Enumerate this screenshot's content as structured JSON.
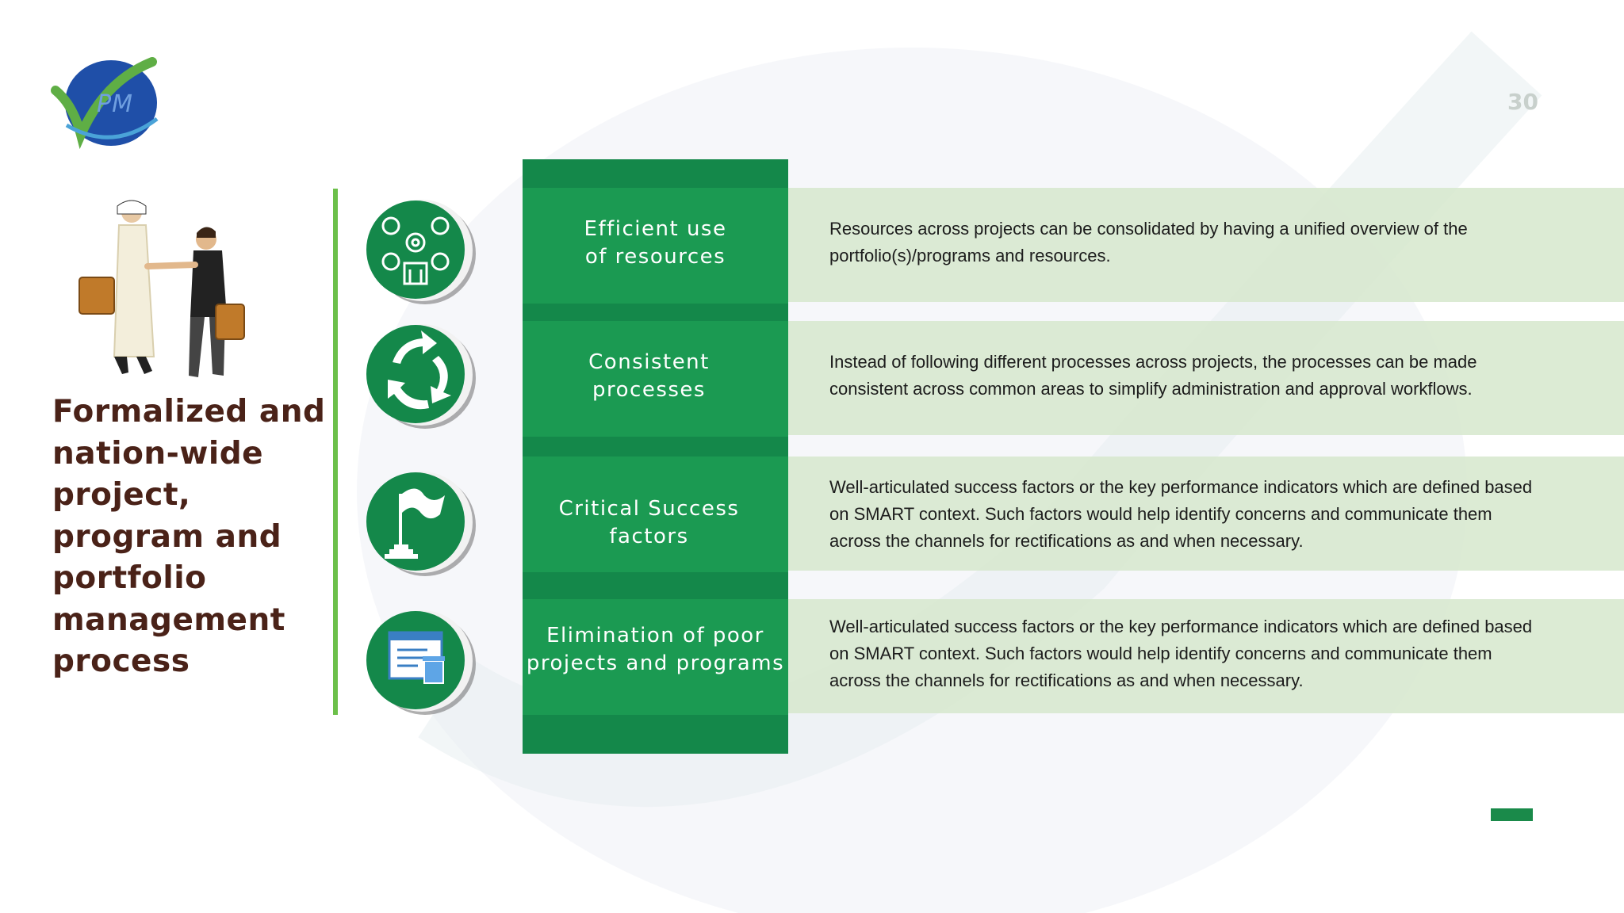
{
  "logo": {
    "text": "PM"
  },
  "page_number": "30",
  "left_title": "Formalized and nation-wide project, program and portfolio management process",
  "rows": [
    {
      "label": "Efficient use\nof resources",
      "icon": "resources-icon",
      "description": "Resources across projects can be consolidated by having a unified overview of the portfolio(s)/programs and resources."
    },
    {
      "label": "Consistent\nprocesses",
      "icon": "cycle-arrows-icon",
      "description": "Instead of following different processes across projects, the processes can be made consistent across common areas to simplify administration and approval workflows."
    },
    {
      "label": "Critical Success\nfactors",
      "icon": "flag-icon",
      "description": "Well-articulated success factors or the key performance indicators which are defined based on SMART context. Such factors would help identify concerns and communicate them across the channels for rectifications as and when necessary."
    },
    {
      "label": "Elimination of poor\nprojects and programs",
      "icon": "document-trash-icon",
      "description": "Well-articulated success factors or the key performance indicators which are defined based on SMART context. Such factors would help identify concerns and communicate them across the channels for rectifications as and when necessary."
    }
  ],
  "colors": {
    "primary_green": "#14884a",
    "band_green": "#1b9a52",
    "light_green": "#d6e8cd",
    "accent_line": "#6cc04a",
    "title_brown": "#4a2218"
  }
}
